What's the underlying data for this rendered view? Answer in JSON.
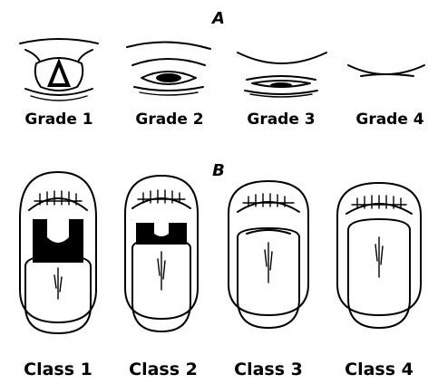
{
  "section_a": {
    "letter": "A"
  },
  "section_b": {
    "letter": "B"
  },
  "grades": [
    {
      "label": "Grade 1"
    },
    {
      "label": "Grade 2"
    },
    {
      "label": "Grade 3"
    },
    {
      "label": "Grade 4"
    }
  ],
  "classes": [
    {
      "label": "Class 1"
    },
    {
      "label": "Class 2"
    },
    {
      "label": "Class 3"
    },
    {
      "label": "Class 4"
    }
  ]
}
